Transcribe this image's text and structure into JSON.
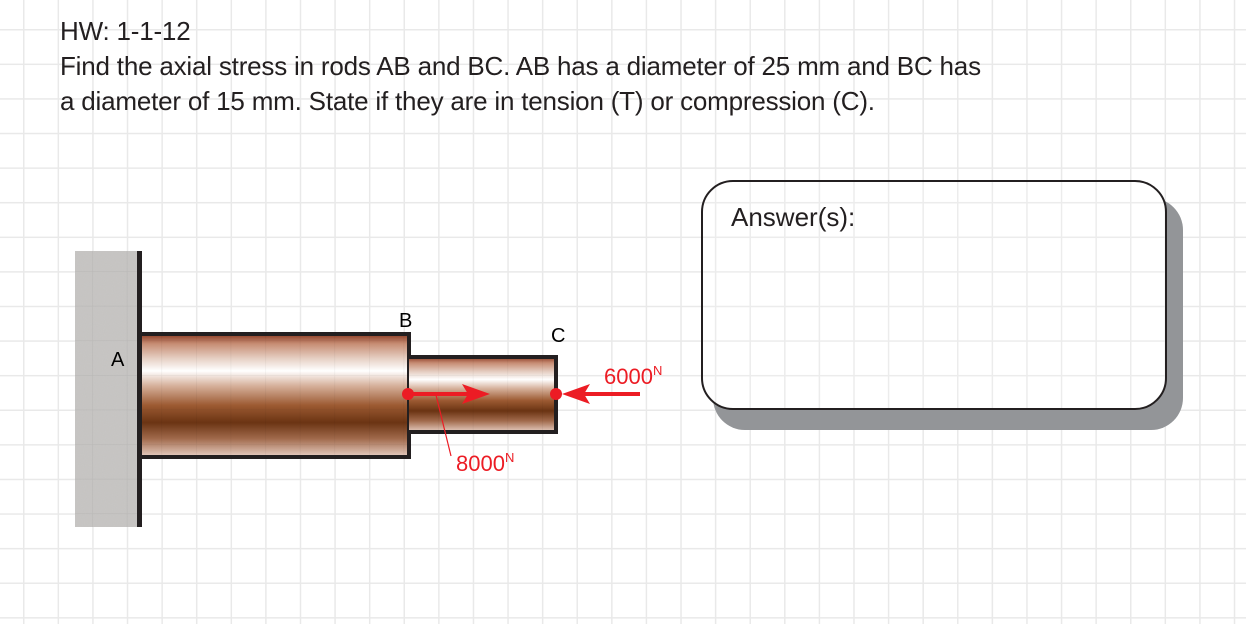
{
  "problem": {
    "id": "HW: 1-1-12",
    "lines": [
      "Find the axial stress in rods AB and BC.  AB has a diameter of 25 mm and BC has",
      "a diameter of 15 mm.  State if they are in tension (T) or compression (C)."
    ]
  },
  "diagram": {
    "points": {
      "A": "A",
      "B": "B",
      "C": "C"
    },
    "rods": [
      {
        "name": "AB",
        "diameter_mm": 25
      },
      {
        "name": "BC",
        "diameter_mm": 15
      }
    ],
    "forces": [
      {
        "at": "B",
        "value": "8000",
        "unit": "N",
        "direction": "right"
      },
      {
        "at": "C",
        "value": "6000",
        "unit": "N",
        "direction": "left"
      }
    ],
    "colors": {
      "force": "#ec1c24",
      "outline": "#231f20",
      "wall": "#c8c6c4",
      "rod_dark": "#6b3413",
      "rod_light": "#f3ebe6"
    }
  },
  "answer": {
    "label": "Answer(s):"
  }
}
